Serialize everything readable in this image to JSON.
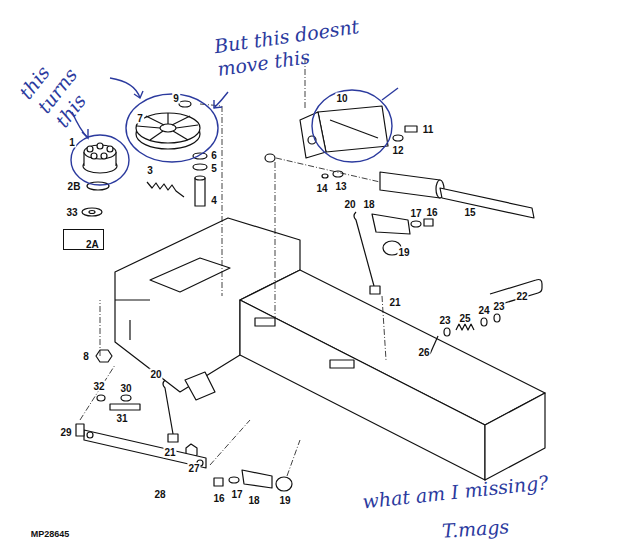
{
  "diagram": {
    "nodes": [
      {
        "text": [
          "2A"
        ]
      }
    ],
    "labels": [
      "this turns this",
      "But this doesnt move this",
      "9",
      "7",
      "1",
      "6",
      "5",
      "2B",
      "3",
      "4",
      "33",
      "10",
      "11",
      "12",
      "14",
      "13",
      "18",
      "20",
      "17",
      "16",
      "15",
      "19",
      "21",
      "22",
      "23",
      "25",
      "24",
      "23",
      "26",
      "8",
      "32",
      "31",
      "30",
      "20",
      "29",
      "21",
      "27",
      "28",
      "16",
      "17",
      "18",
      "19",
      "MP28645",
      "what am I missing?",
      "T.mags"
    ]
  }
}
